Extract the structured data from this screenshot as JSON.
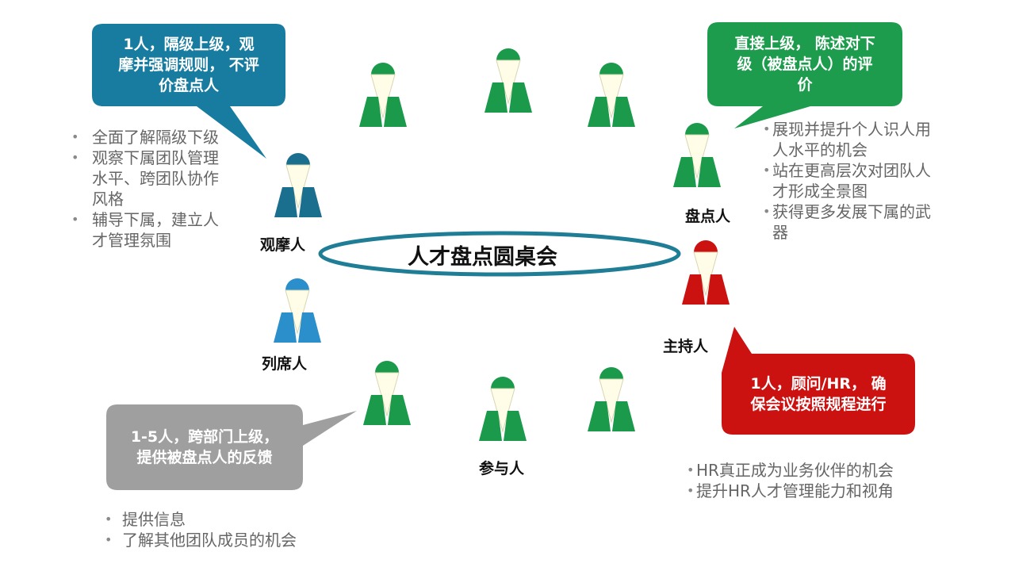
{
  "diagram": {
    "title": "人才盘点圆桌会",
    "colors": {
      "observer": "#1a6e8e",
      "attendee": "#2a8fcb",
      "participant": "#1a9a4a",
      "subject": "#1a9a4a",
      "host": "#cc1111",
      "bubble_observer": "#177ca0",
      "bubble_subject": "#1c9c4c",
      "bubble_host": "#cc1111",
      "bubble_participant": "#9f9f9f"
    },
    "roles": {
      "observer": {
        "label": "观摩人",
        "bubble": "1人，隔级上级，观\n摩并强调规则， 不评\n价盘点人",
        "notes": [
          "全面了解隔级下级",
          "观察下属团队管理\n水平、跨团队协作\n风格",
          "辅导下属，建立人\n才管理氛围"
        ]
      },
      "attendee": {
        "label": "列席人"
      },
      "subject": {
        "label": "盘点人",
        "bubble": "直接上级， 陈述对下\n级（被盘点人）的评\n价",
        "notes": [
          "展现并提升个人识人用\n人水平的机会",
          "站在更高层次对团队人\n才形成全景图",
          "获得更多发展下属的武\n器"
        ]
      },
      "host": {
        "label": "主持人",
        "bubble": "1人，顾问/HR， 确\n保会议按照规程进行",
        "notes": [
          "HR真正成为业务伙伴的机会",
          "提升HR人才管理能力和视角"
        ]
      },
      "participant": {
        "label": "参与人",
        "bubble": "1-5人，跨部门上级，\n提供被盘点人的反馈",
        "notes": [
          "提供信息",
          "了解其他团队成员的机会"
        ]
      }
    }
  }
}
